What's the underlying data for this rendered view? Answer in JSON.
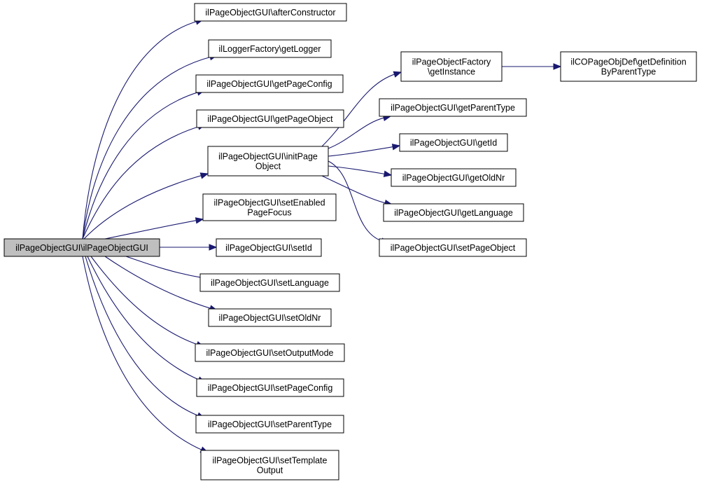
{
  "diagram": {
    "colors": {
      "edge": "#191970",
      "root_fill": "#bfbfbf",
      "node_fill": "#ffffff",
      "border": "#000000"
    },
    "nodes": {
      "root": {
        "lines": [
          "ilPageObjectGUI\\ilPageObjectGUI"
        ]
      },
      "afterConstructor": {
        "lines": [
          "ilPageObjectGUI\\afterConstructor"
        ]
      },
      "getLogger": {
        "lines": [
          "ilLoggerFactory\\getLogger"
        ]
      },
      "getPageConfig": {
        "lines": [
          "ilPageObjectGUI\\getPageConfig"
        ]
      },
      "getPageObject": {
        "lines": [
          "ilPageObjectGUI\\getPageObject"
        ]
      },
      "initPageObject": {
        "lines": [
          "ilPageObjectGUI\\initPage",
          "Object"
        ]
      },
      "setEnabledPageFocus": {
        "lines": [
          "ilPageObjectGUI\\setEnabled",
          "PageFocus"
        ]
      },
      "setId": {
        "lines": [
          "ilPageObjectGUI\\setId"
        ]
      },
      "setLanguage": {
        "lines": [
          "ilPageObjectGUI\\setLanguage"
        ]
      },
      "setOldNr": {
        "lines": [
          "ilPageObjectGUI\\setOldNr"
        ]
      },
      "setOutputMode": {
        "lines": [
          "ilPageObjectGUI\\setOutputMode"
        ]
      },
      "setPageConfig": {
        "lines": [
          "ilPageObjectGUI\\setPageConfig"
        ]
      },
      "setParentType": {
        "lines": [
          "ilPageObjectGUI\\setParentType"
        ]
      },
      "setTemplateOutput": {
        "lines": [
          "ilPageObjectGUI\\setTemplate",
          "Output"
        ]
      },
      "getInstance": {
        "lines": [
          "ilPageObjectFactory",
          "\\getInstance"
        ]
      },
      "getDefinitionByParentType": {
        "lines": [
          "ilCOPageObjDef\\getDefinition",
          "ByParentType"
        ]
      },
      "getParentType": {
        "lines": [
          "ilPageObjectGUI\\getParentType"
        ]
      },
      "getId": {
        "lines": [
          "ilPageObjectGUI\\getId"
        ]
      },
      "getOldNr": {
        "lines": [
          "ilPageObjectGUI\\getOldNr"
        ]
      },
      "getLanguage": {
        "lines": [
          "ilPageObjectGUI\\getLanguage"
        ]
      },
      "setPageObject": {
        "lines": [
          "ilPageObjectGUI\\setPageObject"
        ]
      }
    },
    "edges": [
      [
        "root",
        "afterConstructor"
      ],
      [
        "root",
        "getLogger"
      ],
      [
        "root",
        "getPageConfig"
      ],
      [
        "root",
        "getPageObject"
      ],
      [
        "root",
        "initPageObject"
      ],
      [
        "root",
        "setEnabledPageFocus"
      ],
      [
        "root",
        "setId"
      ],
      [
        "root",
        "setLanguage"
      ],
      [
        "root",
        "setOldNr"
      ],
      [
        "root",
        "setOutputMode"
      ],
      [
        "root",
        "setPageConfig"
      ],
      [
        "root",
        "setParentType"
      ],
      [
        "root",
        "setTemplateOutput"
      ],
      [
        "initPageObject",
        "getInstance"
      ],
      [
        "initPageObject",
        "getParentType"
      ],
      [
        "initPageObject",
        "getId"
      ],
      [
        "initPageObject",
        "getOldNr"
      ],
      [
        "initPageObject",
        "getLanguage"
      ],
      [
        "initPageObject",
        "setPageObject"
      ],
      [
        "getInstance",
        "getDefinitionByParentType"
      ]
    ]
  }
}
